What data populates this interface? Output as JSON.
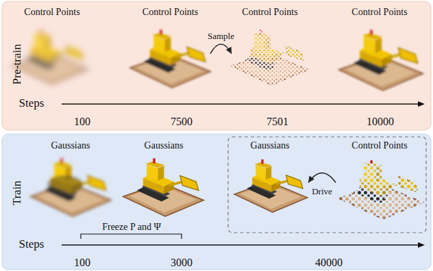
{
  "diagram": {
    "nodes": [
      {
        "text": [
          "Pre-train"
        ]
      },
      {
        "text": [
          "Control Points"
        ],
        "in": 0
      },
      {
        "text": [
          "Control Points"
        ],
        "in": 0
      },
      {
        "text": [
          "Control Points"
        ],
        "in": 0
      },
      {
        "text": [
          "Control Points"
        ],
        "in": 0
      },
      {
        "text": [
          "Train"
        ]
      },
      {
        "text": [
          "Gaussians"
        ],
        "in": 5
      },
      {
        "text": [
          "Gaussians"
        ],
        "in": 5
      },
      {
        "text": [
          "Gaussians"
        ],
        "in": 5
      },
      {
        "text": [
          "Control Points"
        ],
        "in": 5
      }
    ],
    "edges": [
      {
        "from": 2,
        "to": 3,
        "label": "Sample",
        "arrow": "to"
      },
      {
        "from": 9,
        "to": 8,
        "label": "Drive",
        "arrow": "to"
      }
    ],
    "labels": [
      "Steps",
      "100",
      "7500",
      "7501",
      "10000",
      "Steps",
      "Freeze P and Ψ",
      "100",
      "3000",
      "40000"
    ]
  }
}
